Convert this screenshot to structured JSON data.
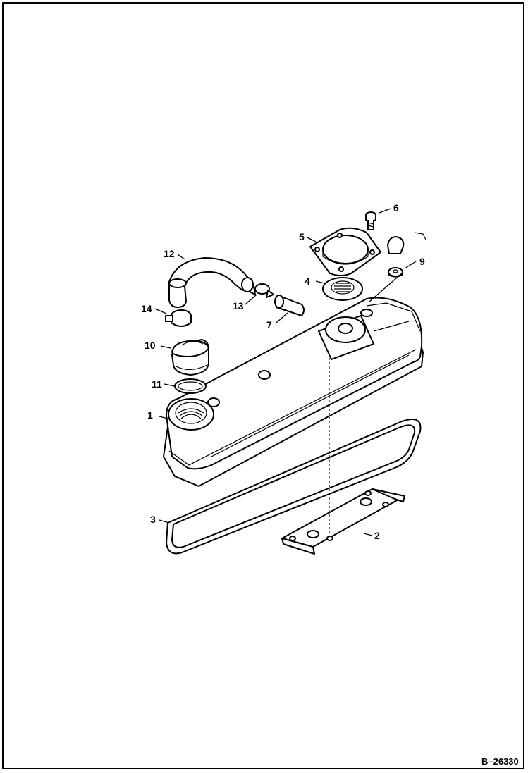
{
  "callouts": [
    {
      "id": "1",
      "label": "1"
    },
    {
      "id": "2",
      "label": "2"
    },
    {
      "id": "3",
      "label": "3"
    },
    {
      "id": "4",
      "label": "4"
    },
    {
      "id": "5",
      "label": "5"
    },
    {
      "id": "6",
      "label": "6"
    },
    {
      "id": "7",
      "label": "7"
    },
    {
      "id": "9",
      "label": "9"
    },
    {
      "id": "10",
      "label": "10"
    },
    {
      "id": "11",
      "label": "11"
    },
    {
      "id": "12",
      "label": "12"
    },
    {
      "id": "13",
      "label": "13"
    },
    {
      "id": "14",
      "label": "14"
    }
  ],
  "figure_number": "B–26330",
  "colors": {
    "line": "#000000",
    "background": "#ffffff"
  }
}
